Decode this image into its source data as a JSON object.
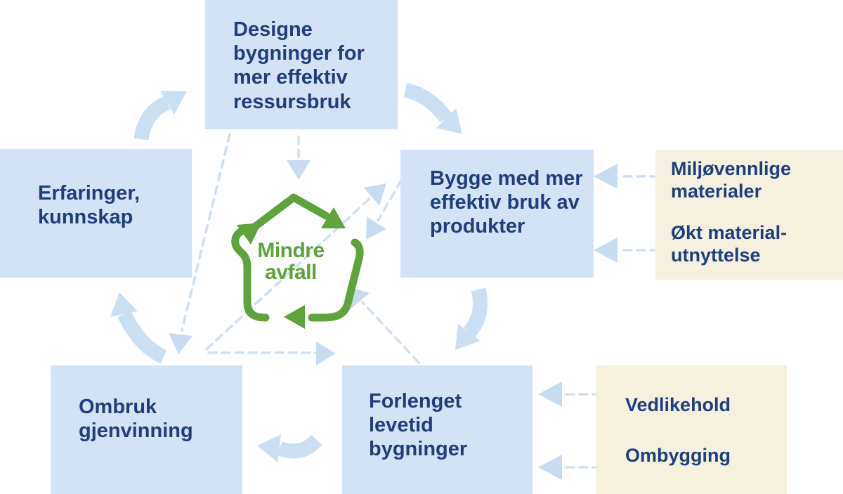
{
  "diagram_title": "Mindre avfall",
  "center": {
    "label": "Mindre avfall"
  },
  "boxes": {
    "design": {
      "label": "Designe bygninger for mer effektiv ressursbruk"
    },
    "experience": {
      "label": "Erfaringer, kunnskap"
    },
    "build": {
      "label": "Bygge med mer effektiv bruk av produkter"
    },
    "lifetime": {
      "label": "Forlenget levetid bygninger"
    },
    "reuse": {
      "label": "Ombruk gjenvinning"
    }
  },
  "side_notes": {
    "materials": {
      "items": [
        "Miljøvennlige materialer",
        "Økt material-utnyttelse"
      ]
    },
    "maintenance": {
      "items": [
        "Vedlikehold",
        "Ombygging"
      ]
    }
  },
  "icons": {
    "center_icon": "recycling-house-icon"
  },
  "colors": {
    "box_blue": "#d3e2f4",
    "arrow_blue": "#cbdff2",
    "dash_blue": "#cfe0f2",
    "dash_head_blue": "#c7dcf0",
    "cream": "#f5f1de",
    "navy": "#1f3e7e",
    "green": "#5ea33c"
  }
}
